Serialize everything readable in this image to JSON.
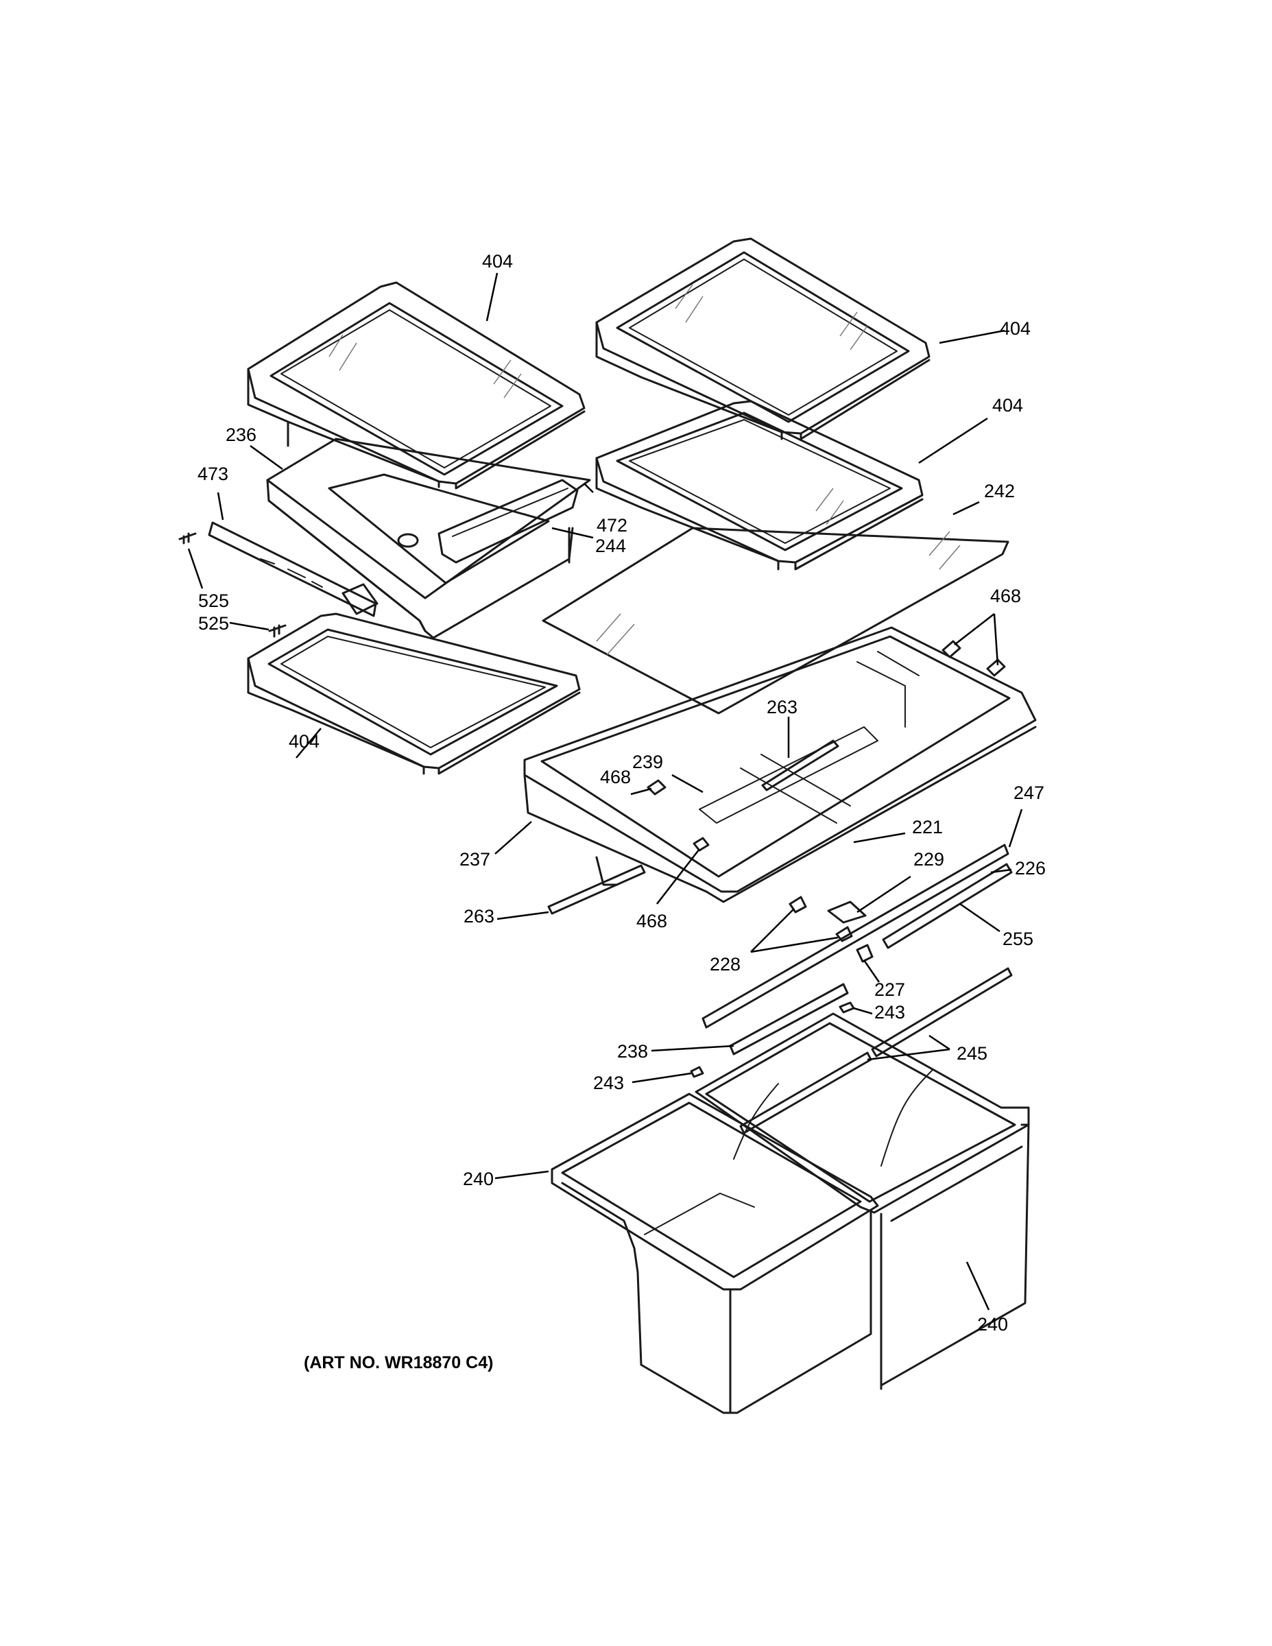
{
  "callouts": [
    {
      "id": "c1",
      "text": "404"
    },
    {
      "id": "c2",
      "text": "404"
    },
    {
      "id": "c3",
      "text": "404"
    },
    {
      "id": "c4",
      "text": "404"
    },
    {
      "id": "c5",
      "text": "236"
    },
    {
      "id": "c6",
      "text": "473"
    },
    {
      "id": "c7",
      "text": "472"
    },
    {
      "id": "c8",
      "text": "244"
    },
    {
      "id": "c9",
      "text": "242"
    },
    {
      "id": "c10",
      "text": "525"
    },
    {
      "id": "c11",
      "text": "525"
    },
    {
      "id": "c12",
      "text": "468"
    },
    {
      "id": "c13",
      "text": "263"
    },
    {
      "id": "c14",
      "text": "468"
    },
    {
      "id": "c15",
      "text": "239"
    },
    {
      "id": "c16",
      "text": "237"
    },
    {
      "id": "c17",
      "text": "221"
    },
    {
      "id": "c18",
      "text": "247"
    },
    {
      "id": "c19",
      "text": "229"
    },
    {
      "id": "c20",
      "text": "226"
    },
    {
      "id": "c21",
      "text": "263"
    },
    {
      "id": "c22",
      "text": "468"
    },
    {
      "id": "c23",
      "text": "255"
    },
    {
      "id": "c24",
      "text": "228"
    },
    {
      "id": "c25",
      "text": "227"
    },
    {
      "id": "c26",
      "text": "243"
    },
    {
      "id": "c27",
      "text": "238"
    },
    {
      "id": "c28",
      "text": "245"
    },
    {
      "id": "c29",
      "text": "243"
    },
    {
      "id": "c30",
      "text": "240"
    },
    {
      "id": "c31",
      "text": "240"
    }
  ],
  "art_number": "(ART NO. WR18870 C4)"
}
